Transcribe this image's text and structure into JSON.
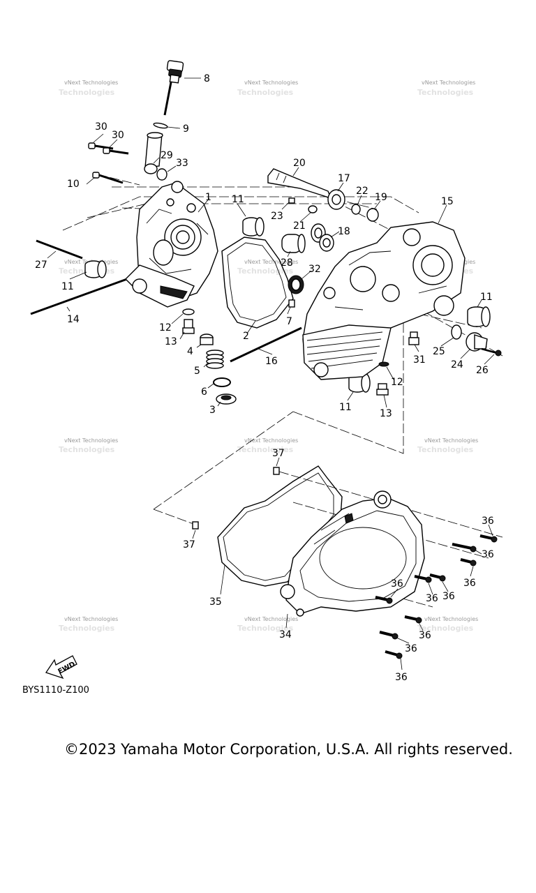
{
  "watermark_text": "vNext Technologies",
  "callouts": [
    "1",
    "2",
    "3",
    "4",
    "5",
    "6",
    "7",
    "8",
    "9",
    "10",
    "11",
    "12",
    "13",
    "14",
    "15",
    "16",
    "17",
    "18",
    "19",
    "20",
    "21",
    "22",
    "23",
    "24",
    "25",
    "26",
    "27",
    "28",
    "29",
    "30",
    "31",
    "32",
    "33",
    "34",
    "35",
    "36",
    "37"
  ],
  "fwd_label": "FWD",
  "diagram_code": "BYS1110-Z100",
  "copyright": "©2023 Yamaha Motor Corporation, U.S.A. All rights reserved."
}
